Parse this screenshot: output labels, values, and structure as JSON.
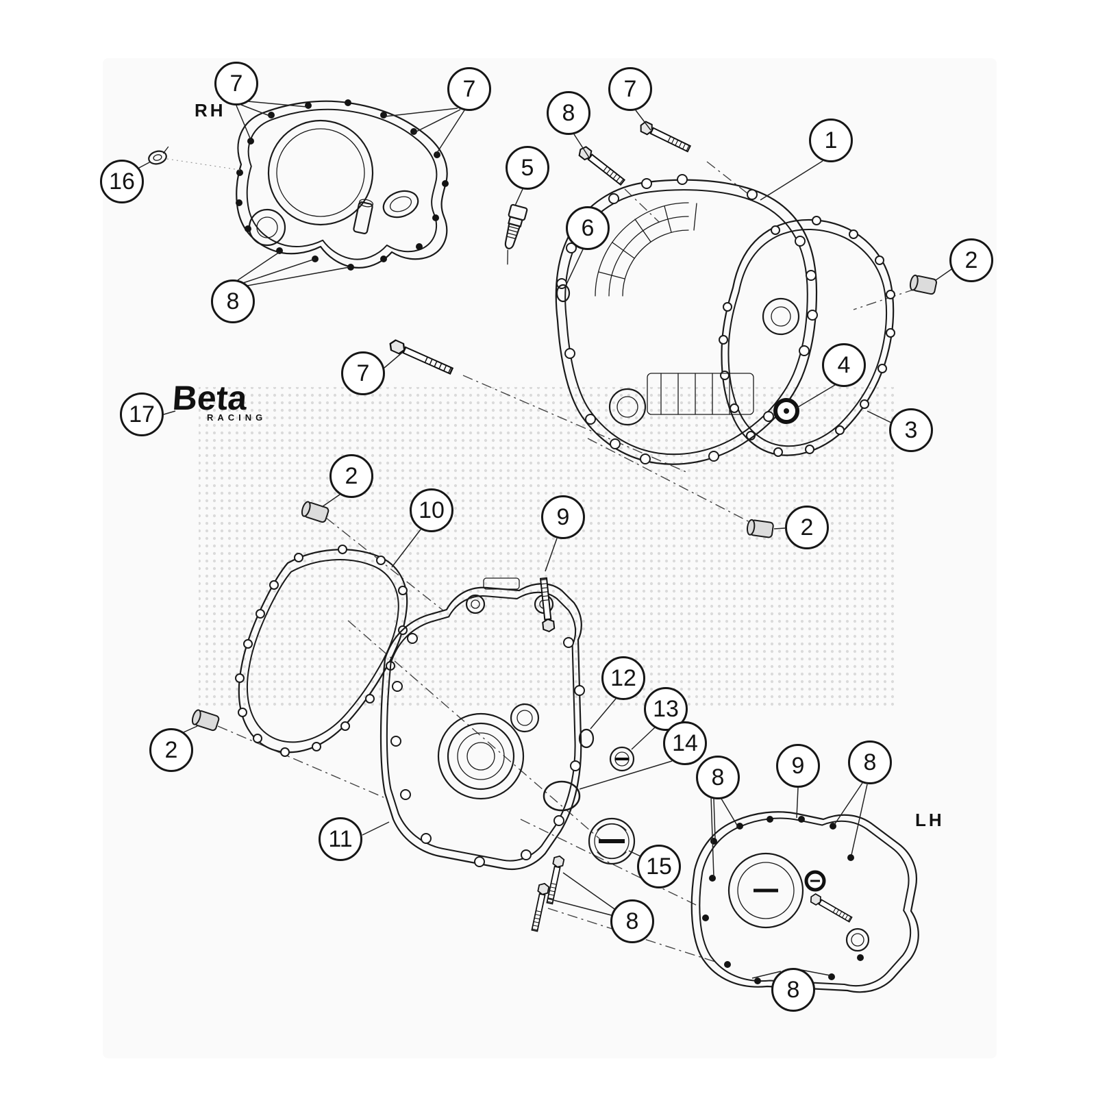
{
  "labels": {
    "rh": "RH",
    "lh": "LH",
    "brand": "Beta",
    "brand_sub": "RACING"
  },
  "colors": {
    "line": "#1a1a1a",
    "watermark_dot": "#b9b9b9",
    "panel": "#fafafa",
    "callout_bg": "#ffffff"
  },
  "callouts": [
    {
      "label": "7"
    },
    {
      "label": "7"
    },
    {
      "label": "7"
    },
    {
      "label": "8"
    },
    {
      "label": "1"
    },
    {
      "label": "5"
    },
    {
      "label": "16"
    },
    {
      "label": "6"
    },
    {
      "label": "2"
    },
    {
      "label": "8"
    },
    {
      "label": "7"
    },
    {
      "label": "4"
    },
    {
      "label": "17"
    },
    {
      "label": "3"
    },
    {
      "label": "2"
    },
    {
      "label": "10"
    },
    {
      "label": "9"
    },
    {
      "label": "2"
    },
    {
      "label": "12"
    },
    {
      "label": "13"
    },
    {
      "label": "14"
    },
    {
      "label": "2"
    },
    {
      "label": "8"
    },
    {
      "label": "9"
    },
    {
      "label": "8"
    },
    {
      "label": "11"
    },
    {
      "label": "15"
    },
    {
      "label": "8"
    },
    {
      "label": "8"
    }
  ]
}
